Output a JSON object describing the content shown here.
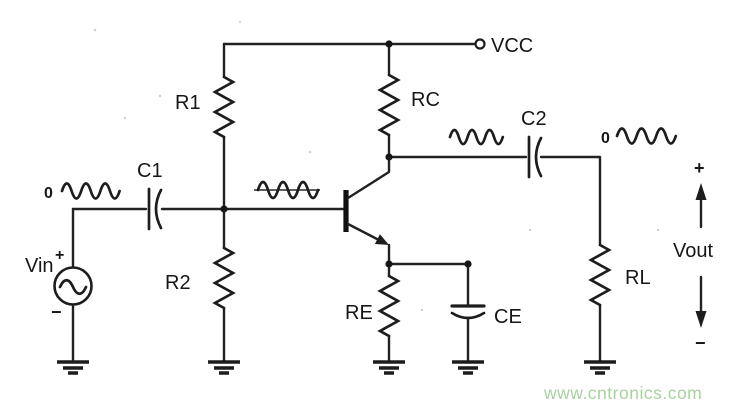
{
  "diagram": {
    "type": "circuit-schematic",
    "subject": "single-stage common-emitter BJT amplifier with voltage divider bias",
    "labels": {
      "vcc": "VCC",
      "r1": "R1",
      "r2": "R2",
      "rc": "RC",
      "re": "RE",
      "rl": "RL",
      "c1": "C1",
      "c2": "C2",
      "ce": "CE",
      "vin": "Vin",
      "vin_plus": "+",
      "vin_minus": "−",
      "vout": "Vout",
      "vout_plus": "+",
      "vout_minus": "−",
      "input_wave_zero": "0",
      "output_wave_zero": "0"
    },
    "watermark": {
      "text": "www.cntronics.com",
      "color": "#a9d2a0"
    },
    "colors": {
      "wire": "#222222",
      "background": "#ffffff"
    }
  }
}
